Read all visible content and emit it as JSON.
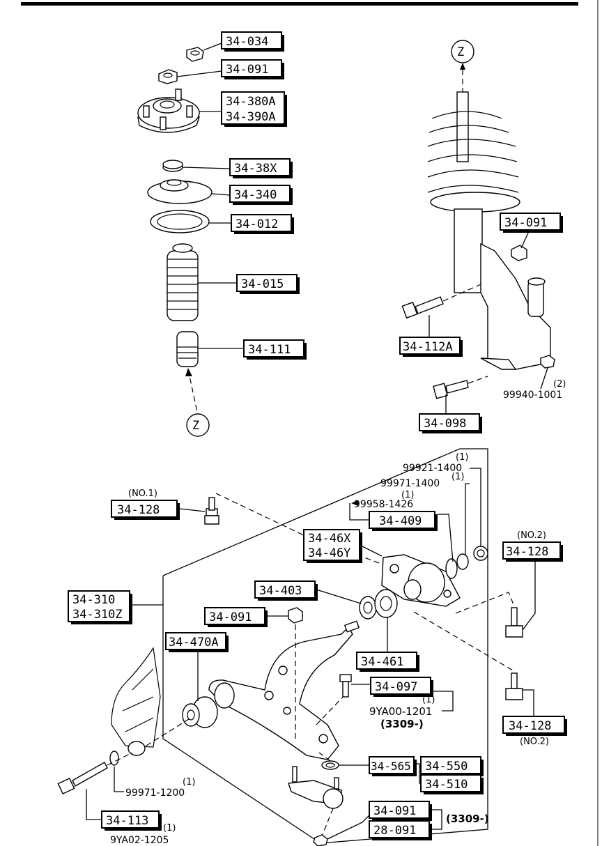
{
  "parts": {
    "p34034": "34-034",
    "p34091_top": "34-091",
    "p34380A": "34-380A",
    "p34390A": "34-390A",
    "p3438X": "34-38X",
    "p34340": "34-340",
    "p34012": "34-012",
    "p34015": "34-015",
    "p34111": "34-111",
    "p34091_knuckle": "34-091",
    "p34112A": "34-112A",
    "p34098": "34-098",
    "p99940": "99940-1001",
    "p99940_qty": "(2)",
    "p99921": "99921-1400",
    "p99921_qty": "(1)",
    "p99971_1400": "99971-1400",
    "p99971_1400_qty": "(1)",
    "p99958": "99958-1426",
    "p99958_qty": "(1)",
    "p34409": "34-409",
    "p34128_no1": "34-128",
    "no1": "(NO.1)",
    "p3446X": "34-46X",
    "p3446Y": "34-46Y",
    "p34128_no2a": "34-128",
    "no2a": "(NO.2)",
    "p34310": "34-310",
    "p34310Z": "34-310Z",
    "p34403": "34-403",
    "p34091_arm": "34-091",
    "p34470A": "34-470A",
    "p34461": "34-461",
    "p34097": "34-097",
    "p9YA00": "9YA00-1201",
    "p9YA00_qty": "(1)",
    "p3309_a": "(3309-)",
    "p34128_no2b": "34-128",
    "no2b": "(NO.2)",
    "p34565": "34-565",
    "p34550": "34-550",
    "p34510": "34-510",
    "p99971_1200": "99971-1200",
    "p99971_1200_qty": "(1)",
    "p34113": "34-113",
    "p9YA02": "9YA02-1205",
    "p9YA02_qty": "(1)",
    "p34091_bottom": "34-091",
    "p28091": "28-091",
    "p3309_b": "(3309-)",
    "z_top": "Z",
    "z_bottom": "Z"
  }
}
